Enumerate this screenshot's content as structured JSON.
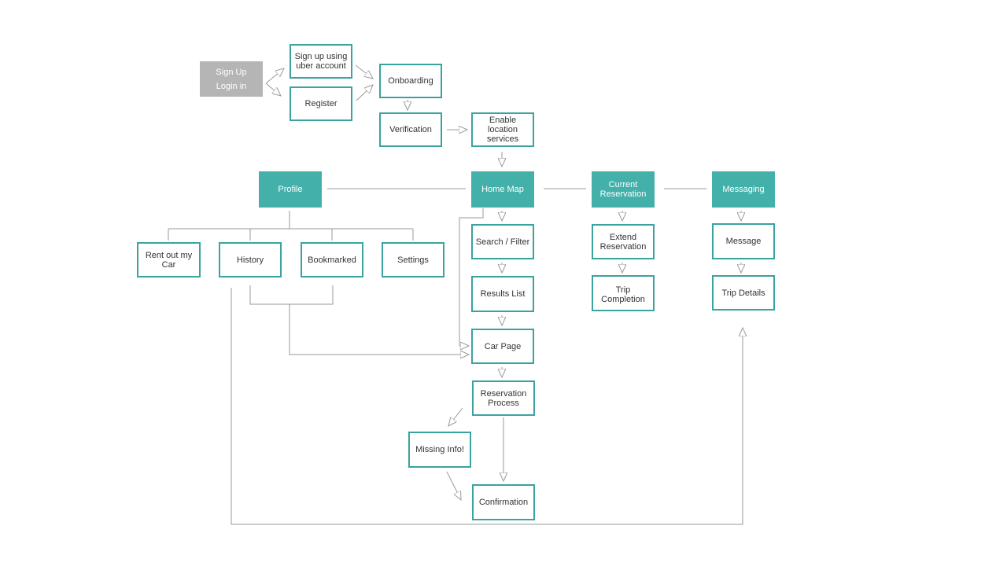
{
  "nodes": {
    "start": {
      "line1": "Sign Up",
      "line2": "Login in"
    },
    "signup_uber": "Sign up using uber account",
    "register": "Register",
    "onboarding": "Onboarding",
    "verification": "Verification",
    "enable_location": "Enable location services",
    "profile": "Profile",
    "home_map": "Home Map",
    "current_reservation": "Current Reservation",
    "messaging": "Messaging",
    "rent_out": "Rent out my Car",
    "history": "History",
    "bookmarked": "Bookmarked",
    "settings": "Settings",
    "search_filter": "Search / Filter",
    "results_list": "Results List",
    "car_page": "Car Page",
    "reservation_process": "Reservation Process",
    "missing_info": "Missing Info!",
    "confirmation": "Confirmation",
    "extend_reservation": "Extend Reservation",
    "trip_completion": "Trip Completion",
    "message": "Message",
    "trip_details": "Trip Details"
  },
  "colors": {
    "accent": "#43b0aa",
    "border": "#3aa3a0",
    "start_fill": "#b5b5b5",
    "connector": "#9a9a9a"
  }
}
